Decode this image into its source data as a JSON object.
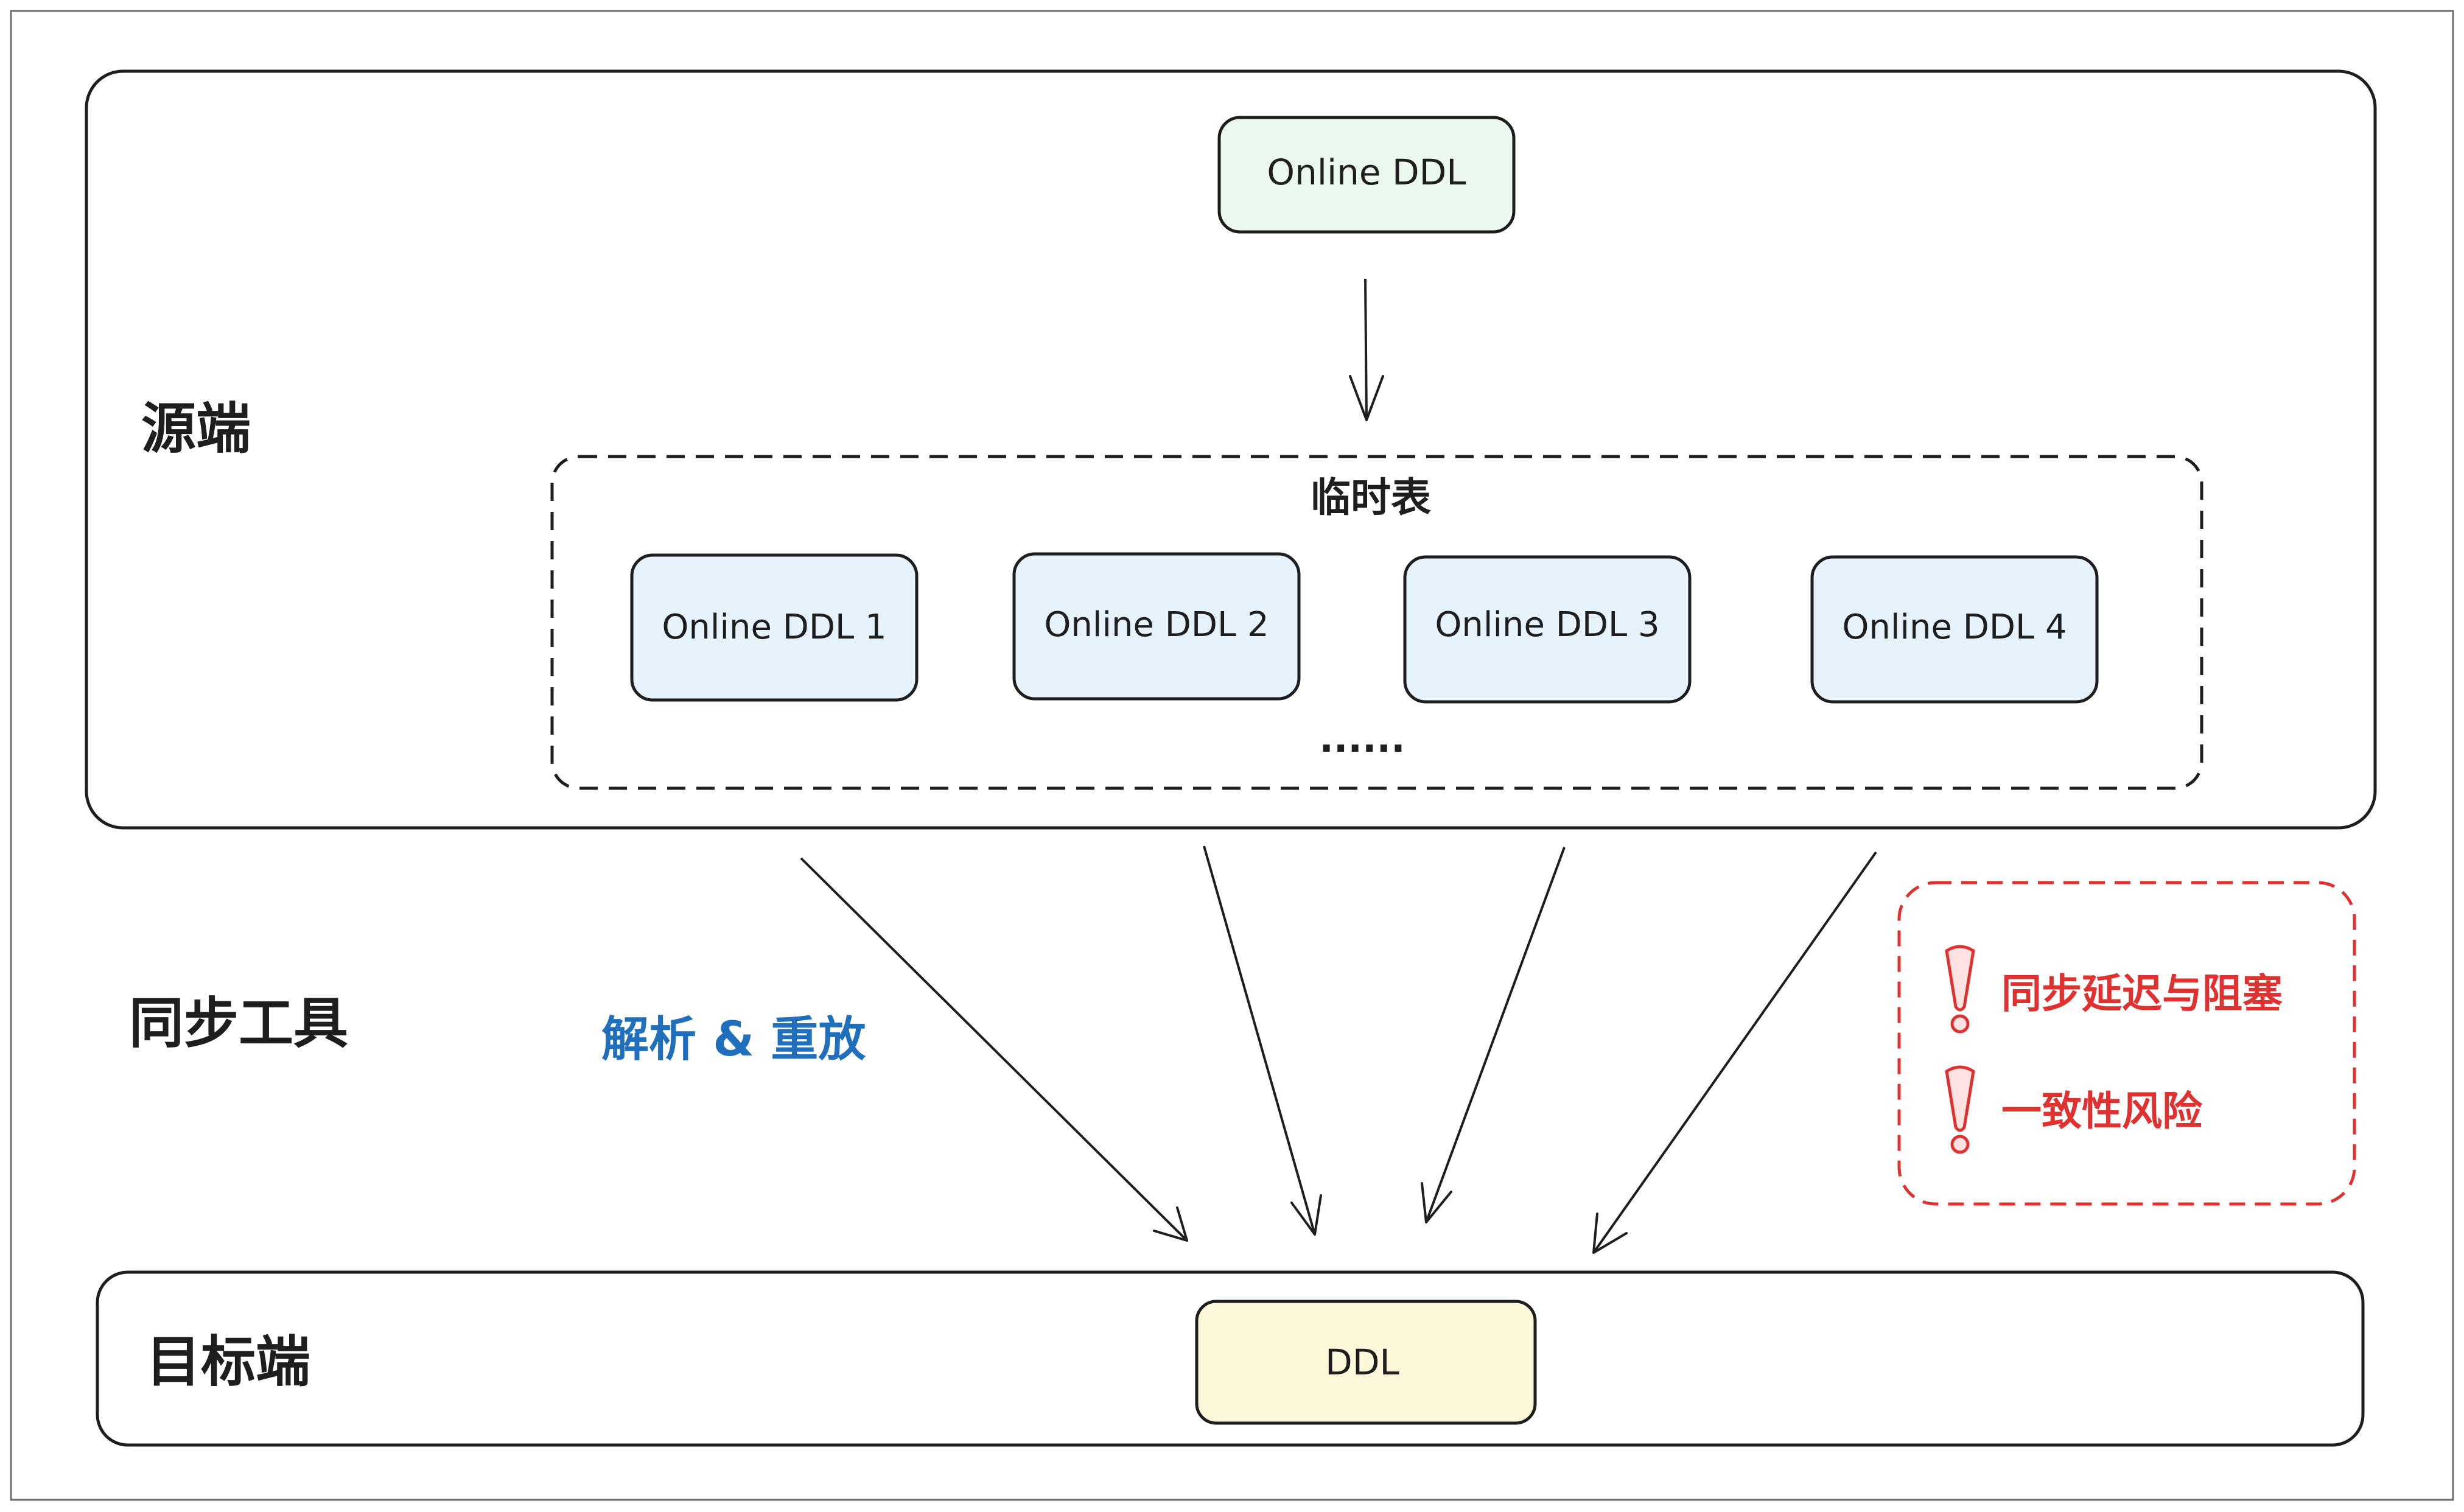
{
  "zones": {
    "source": "源端",
    "sync_tool": "同步工具",
    "target": "目标端"
  },
  "source": {
    "online_ddl": "Online DDL",
    "temp_table_title": "临时表",
    "temp_items": [
      "Online DDL 1",
      "Online DDL 2",
      "Online DDL 3",
      "Online DDL 4"
    ],
    "more": "......"
  },
  "sync": {
    "action_label": "解析 & 重放"
  },
  "target": {
    "ddl": "DDL"
  },
  "risks": {
    "items": [
      "同步延迟与阻塞",
      "一致性风险"
    ]
  },
  "colors": {
    "online_ddl_fill": "#ebf8ee",
    "temp_item_fill": "#e6f3fd",
    "ddl_fill": "#fcf7d8",
    "action_label": "#1f6fbd",
    "risk_red": "#e03131",
    "stroke": "#1e1e1e"
  }
}
